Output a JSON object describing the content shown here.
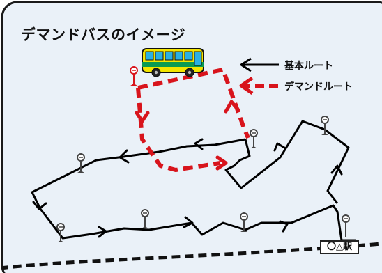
{
  "title": "デマンドバスのイメージ",
  "legend": {
    "basic_route": "基本ルート",
    "demand_route": "デマンドルート"
  },
  "station": {
    "label": "〇△駅"
  },
  "colors": {
    "panel_bg": "#eaf1f8",
    "panel_border": "#1a1a1a",
    "basic_route": "#000000",
    "demand_route": "#d8141c",
    "bus_body": "#f3e500",
    "bus_stripe": "#0a9b52",
    "bus_window": "#2ab0e3",
    "bus_stop_demand": "#d8141c",
    "bus_stop_normal": "#444444",
    "railway": "#111111"
  },
  "icons": {
    "bus": "bus-icon",
    "bus_stop": "bus-stop-icon",
    "railway": "railway-track"
  }
}
